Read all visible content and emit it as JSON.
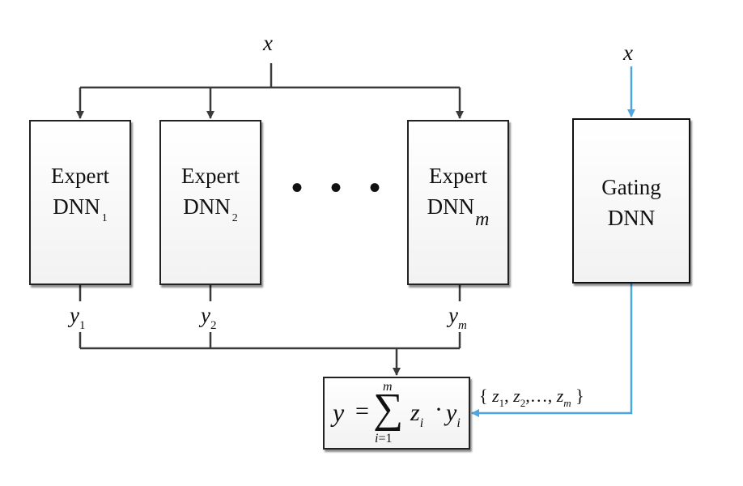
{
  "inputs": {
    "left": "x",
    "right": "x"
  },
  "experts": [
    {
      "line1": "Expert",
      "line2": "DNN",
      "sub": "1",
      "output_var": "y",
      "output_sub": "1"
    },
    {
      "line1": "Expert",
      "line2": "DNN",
      "sub": "2",
      "output_var": "y",
      "output_sub": "2"
    },
    {
      "line1": "Expert",
      "line2": "DNN",
      "sub": "m",
      "output_var": "y",
      "output_sub": "m"
    }
  ],
  "ellipsis": "• • •",
  "gating": {
    "line1": "Gating",
    "line2": "DNN"
  },
  "combiner": {
    "lhs": "y",
    "eq": "=",
    "sigma": "∑",
    "upper": "m",
    "lower_var": "i",
    "lower_rest": "=1",
    "z": "z",
    "z_sub": "i",
    "dot": "·",
    "y": "y",
    "y_sub": "i"
  },
  "gate_outputs": {
    "open": "{",
    "z": "z",
    "s1": "1",
    "s2": "2",
    "dots": "…",
    "sm": "m",
    "comma": ",",
    "close": "}"
  },
  "colors": {
    "main_wire": "#3a3a3a",
    "gate_wire": "#4ea6e0",
    "box_border": "#222222"
  }
}
